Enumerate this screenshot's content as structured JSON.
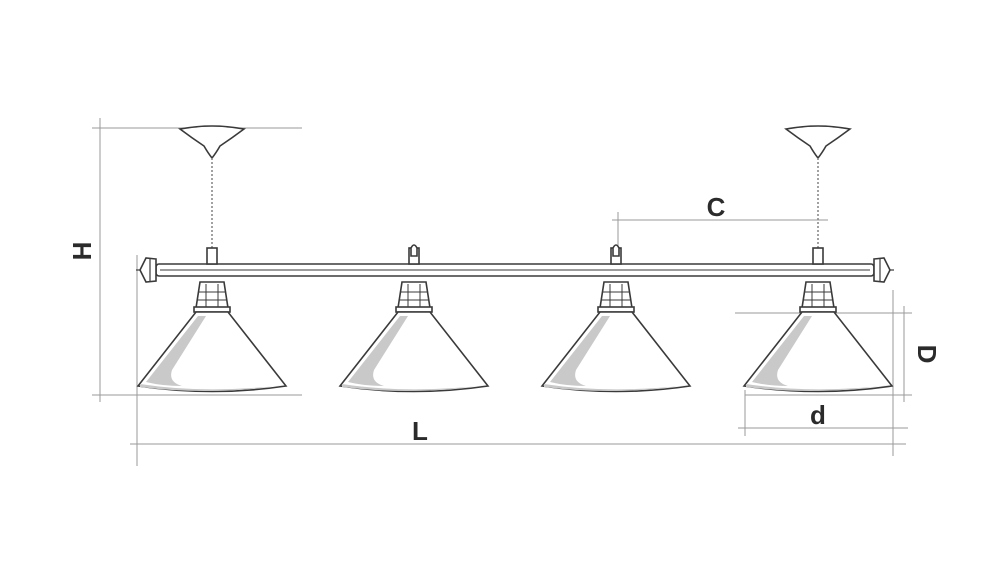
{
  "dimensions": {
    "height_label": "H",
    "length_label": "L",
    "spacing_label": "C",
    "shade_height_label": "D",
    "shade_diameter_label": "d"
  },
  "fixture": {
    "shade_count": 4,
    "ceiling_mounts": 2
  },
  "colors": {
    "line": "#3a3a3a",
    "shade_fill": "#c9c9c9",
    "dimension_line": "#9a9a9a"
  }
}
